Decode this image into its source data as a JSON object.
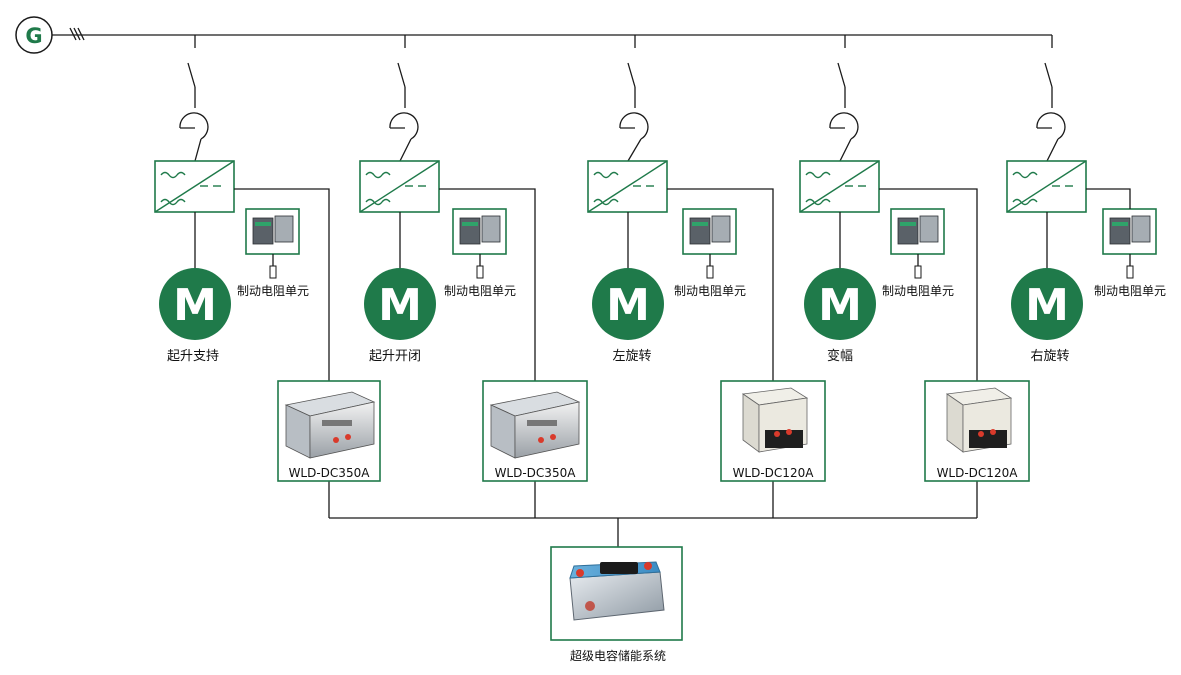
{
  "generator": {
    "label": "G"
  },
  "colors": {
    "accent": "#1f7a4a",
    "line": "#1a1a1a"
  },
  "branches": [
    {
      "motor_letter": "M",
      "motor_label": "起升支持",
      "brake_label": "制动电阻单元"
    },
    {
      "motor_letter": "M",
      "motor_label": "起升开闭",
      "brake_label": "制动电阻单元"
    },
    {
      "motor_letter": "M",
      "motor_label": "左旋转",
      "brake_label": "制动电阻单元"
    },
    {
      "motor_letter": "M",
      "motor_label": "变幅",
      "brake_label": "制动电阻单元"
    },
    {
      "motor_letter": "M",
      "motor_label": "右旋转",
      "brake_label": "制动电阻单元"
    }
  ],
  "controllers": [
    {
      "label": "WLD-DC350A"
    },
    {
      "label": "WLD-DC350A"
    },
    {
      "label": "WLD-DC120A"
    },
    {
      "label": "WLD-DC120A"
    }
  ],
  "storage": {
    "label": "超级电容储能系统"
  }
}
